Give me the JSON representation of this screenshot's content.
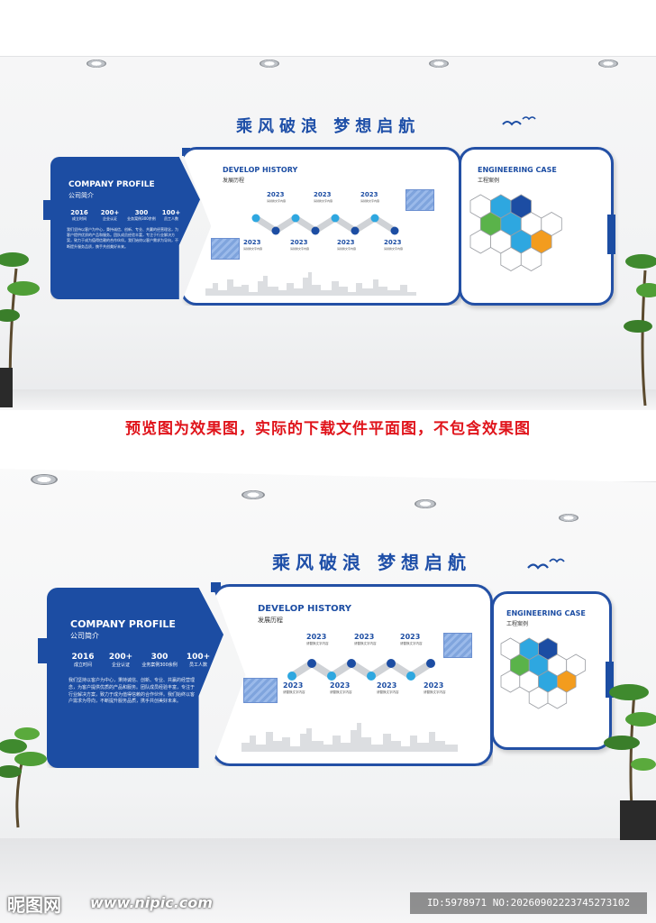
{
  "slogan": "乘风破浪  梦想启航",
  "profile": {
    "title": "COMPANY PROFILE",
    "subtitle": "公司简介",
    "stats": [
      {
        "num": "2016",
        "label": "成立时间"
      },
      {
        "num": "200+",
        "label": "企业认证"
      },
      {
        "num": "300",
        "label": "业务案例300余例"
      },
      {
        "num": "100+",
        "label": "员工人数"
      }
    ],
    "paragraph": "我们坚持以客户为中心，秉持诚信、创新、专业、共赢的经营理念，为客户提供优质的产品和服务。团队成员经验丰富，专注于行业解决方案，致力于成为值得信赖的合作伙伴。我们始终以客户需求为导向，不断提升服务品质，携手共创美好未来。"
  },
  "history": {
    "title": "DEVELOP HISTORY",
    "subtitle": "发展历程",
    "top_years": [
      "2023",
      "2023",
      "2023"
    ],
    "bottom_years": [
      "2023",
      "2023",
      "2023",
      "2023"
    ],
    "event_text": "请替换文字内容"
  },
  "engineering": {
    "title": "ENGINEERING CASE",
    "subtitle": "工程案例"
  },
  "banner": "预览图为效果图，实际的下载文件平面图，不包含效果图",
  "watermark": {
    "logo": "昵图网",
    "url": "www.nipic.com",
    "id_text": "ID:5978971 NO:20260902223745273102"
  },
  "colors": {
    "blue": "#1c4da3",
    "green": "#5ab34a",
    "orange": "#f39c1e",
    "light_blue": "#2ea7e0",
    "red": "#e0141b"
  }
}
